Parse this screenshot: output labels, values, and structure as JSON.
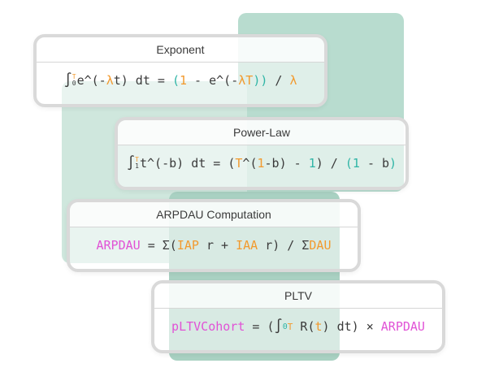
{
  "cards": [
    {
      "title": "Exponent",
      "formula": {
        "integral": "∫",
        "upper": "T",
        "lower": "0",
        "p1": "e^(-",
        "lambda1": "λ",
        "p2": "t) dt = ",
        "paren_open": "(",
        "one": "1",
        "p3": " - e^(-",
        "lambdaT": "λT",
        "p4": "))",
        "p5": " / ",
        "lambda2": "λ"
      }
    },
    {
      "title": "Power-Law",
      "formula": {
        "integral": "∫",
        "upper": "T",
        "lower": "1",
        "p1": "t^(-b) dt = ",
        "paren_open": "(",
        "T": "T",
        "p2": "^(",
        "one1": "1",
        "p3": "-b) - ",
        "one2": "1",
        "paren_close": ")",
        "p4": " / ",
        "paren_open2": "(",
        "one3": "1",
        "p5": " - b",
        "paren_close2": ")"
      }
    },
    {
      "title": "ARPDAU Computation",
      "formula": {
        "arpdau": "ARPDAU",
        "p1": " = Σ(",
        "iap": "IAP",
        "p2": " r + ",
        "iaa": "IAA",
        "p3": " r) / Σ",
        "dau": "DAU"
      }
    },
    {
      "title": "PLTV",
      "formula": {
        "pltv": "pLTVCohort",
        "p1": " = (",
        "integral": "∫",
        "lower": "0",
        "upper": "T",
        "p2": " R(",
        "t": "t",
        "p3": ") dt) × ",
        "arpdau": "ARPDAU"
      }
    }
  ],
  "colors": {
    "orange": "#f29a2e",
    "teal": "#2fb5a6",
    "pink": "#e152d6",
    "green_bg": "#b8dccf"
  }
}
